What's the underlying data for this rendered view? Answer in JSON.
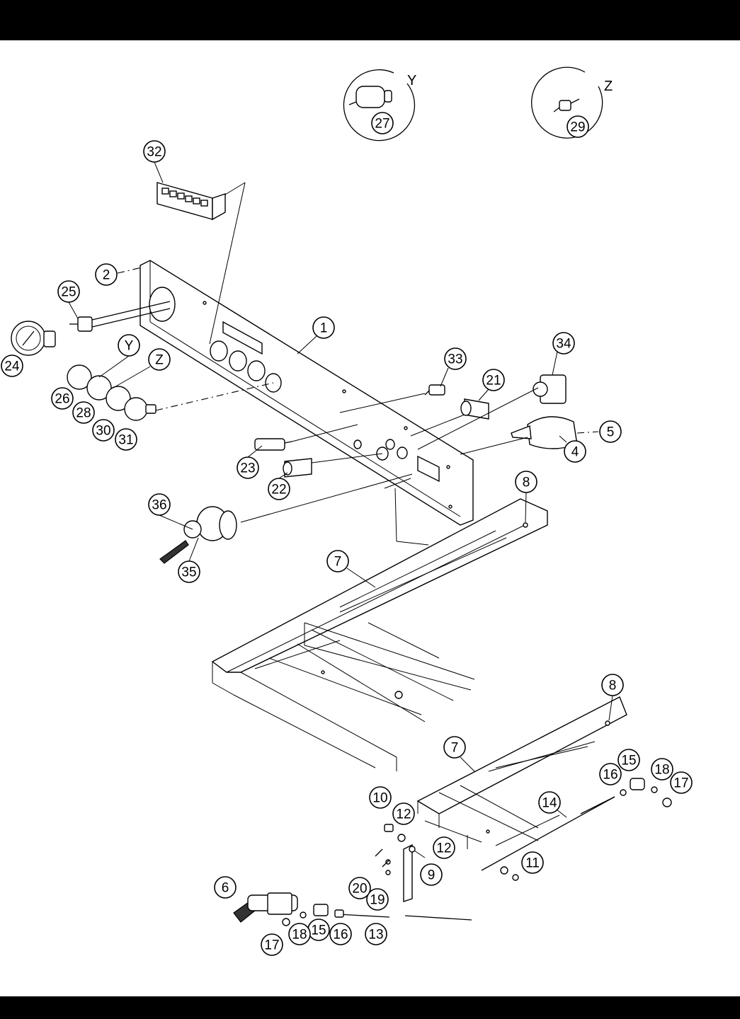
{
  "header_bar": "",
  "footer_bar": "",
  "detail_views": [
    {
      "letter": "Y",
      "callout": "27"
    },
    {
      "letter": "Z",
      "callout": "29"
    }
  ],
  "callouts": [
    {
      "id": "c1",
      "label": "1"
    },
    {
      "id": "c2",
      "label": "2"
    },
    {
      "id": "c4",
      "label": "4"
    },
    {
      "id": "c5",
      "label": "5"
    },
    {
      "id": "c6",
      "label": "6"
    },
    {
      "id": "c7a",
      "label": "7"
    },
    {
      "id": "c7b",
      "label": "7"
    },
    {
      "id": "c8a",
      "label": "8"
    },
    {
      "id": "c8b",
      "label": "8"
    },
    {
      "id": "c9",
      "label": "9"
    },
    {
      "id": "c10",
      "label": "10"
    },
    {
      "id": "c11",
      "label": "11"
    },
    {
      "id": "c12a",
      "label": "12"
    },
    {
      "id": "c12b",
      "label": "12"
    },
    {
      "id": "c13",
      "label": "13"
    },
    {
      "id": "c14",
      "label": "14"
    },
    {
      "id": "c15a",
      "label": "15"
    },
    {
      "id": "c15b",
      "label": "15"
    },
    {
      "id": "c16a",
      "label": "16"
    },
    {
      "id": "c16b",
      "label": "16"
    },
    {
      "id": "c17a",
      "label": "17"
    },
    {
      "id": "c17b",
      "label": "17"
    },
    {
      "id": "c18a",
      "label": "18"
    },
    {
      "id": "c18b",
      "label": "18"
    },
    {
      "id": "c19",
      "label": "19"
    },
    {
      "id": "c20",
      "label": "20"
    },
    {
      "id": "c21",
      "label": "21"
    },
    {
      "id": "c22",
      "label": "22"
    },
    {
      "id": "c23",
      "label": "23"
    },
    {
      "id": "c24",
      "label": "24"
    },
    {
      "id": "c25",
      "label": "25"
    },
    {
      "id": "c26",
      "label": "26"
    },
    {
      "id": "c27",
      "label": "27"
    },
    {
      "id": "c28",
      "label": "28"
    },
    {
      "id": "c29",
      "label": "29"
    },
    {
      "id": "c30",
      "label": "30"
    },
    {
      "id": "c31",
      "label": "31"
    },
    {
      "id": "c32",
      "label": "32"
    },
    {
      "id": "c33",
      "label": "33"
    },
    {
      "id": "c34",
      "label": "34"
    },
    {
      "id": "c35",
      "label": "35"
    },
    {
      "id": "c36",
      "label": "36"
    },
    {
      "id": "cY",
      "label": "Y"
    },
    {
      "id": "cZ",
      "label": "Z"
    }
  ]
}
